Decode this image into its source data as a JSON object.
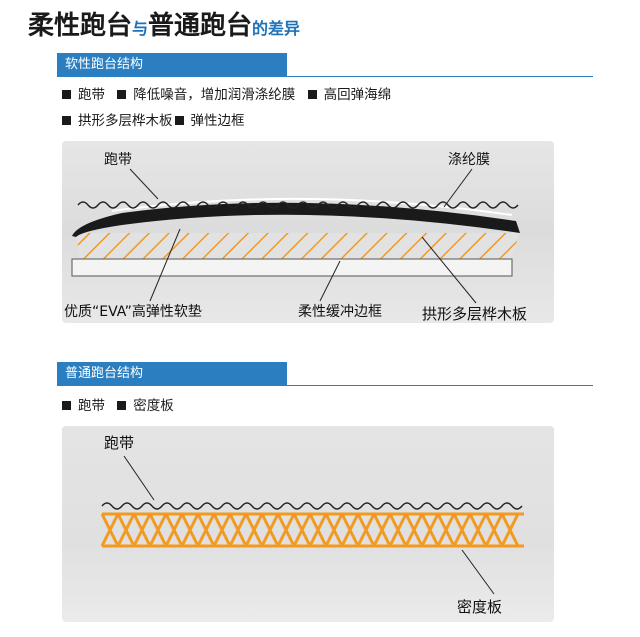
{
  "header": {
    "title_part1": "柔性跑台",
    "title_joiner": "与",
    "title_part2": "普通跑台",
    "title_suffix": "的差异"
  },
  "section_soft": {
    "heading": "软性跑台结构",
    "bullets_row1": [
      "跑带",
      "降低噪音，增加润滑涤纶膜",
      "高回弹海绵"
    ],
    "bullets_row2": [
      "拱形多层桦木板",
      "弹性边框"
    ],
    "labels": {
      "belt": "跑带",
      "film": "涤纶膜",
      "eva": "优质“EVA”高弹性软垫",
      "frame": "柔性缓冲边框",
      "plywood": "拱形多层桦木板"
    }
  },
  "section_normal": {
    "heading": "普通跑台结构",
    "bullets_row1": [
      "跑带",
      "密度板"
    ],
    "labels": {
      "belt": "跑带",
      "board": "密度板"
    }
  },
  "colors": {
    "accent_blue": "#2b7fc1",
    "orange": "#f39a1e",
    "deck_black": "#1a1a1a"
  }
}
